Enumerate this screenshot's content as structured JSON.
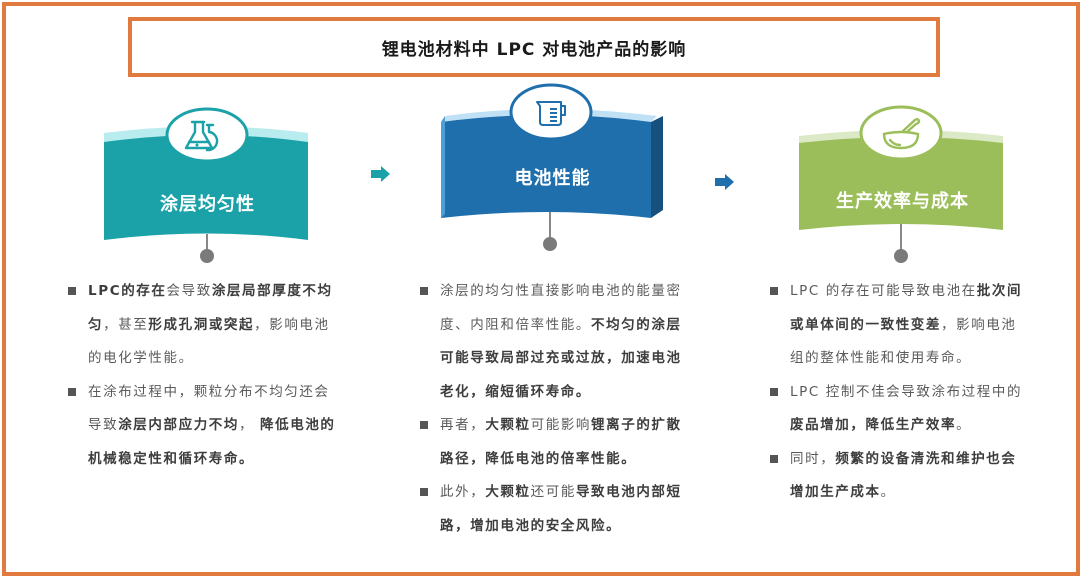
{
  "title": "锂电池材料中 LPC 对电池产品的影响",
  "colors": {
    "frame": "#e07a3f",
    "teal": "#1ba2a8",
    "teal_light": "#b9ecef",
    "blue": "#1f6fac",
    "blue_dark": "#15507e",
    "blue_light": "#bfe0f5",
    "green": "#9bbe5a",
    "green_light": "#dbe9c6",
    "arrow_teal": "#1ba2a8",
    "arrow_blue": "#1f6fac",
    "connector_dot": "#7a7a7a",
    "bullet_text": "#5a5a5a"
  },
  "columns": [
    {
      "label": "涂层均匀性",
      "icon": "flask-icon",
      "bullets": [
        [
          {
            "t": "LPC的存在",
            "b": true
          },
          {
            "t": "会导致",
            "b": false
          },
          {
            "t": "涂层局部厚度不均匀",
            "b": true
          },
          {
            "t": "，甚至",
            "b": false
          },
          {
            "t": "形成孔洞或突起",
            "b": true
          },
          {
            "t": "，影响电池的电化学性能。",
            "b": false
          }
        ],
        [
          {
            "t": "在涂布过程中，颗粒分布不均匀还会导致",
            "b": false
          },
          {
            "t": "涂层内部应力不均",
            "b": true
          },
          {
            "t": "，  ",
            "b": false
          },
          {
            "t": "降低电池的机械稳定性和循环寿命。",
            "b": true
          }
        ]
      ]
    },
    {
      "label": "电池性能",
      "icon": "measuring-cup-icon",
      "bullets": [
        [
          {
            "t": "涂层的均匀性直接影响电池的能量密度、内阻和倍率性能。",
            "b": false
          },
          {
            "t": "不均匀的涂层可能导致局部过充或过放，加速电池老化，缩短循环寿命。",
            "b": true
          }
        ],
        [
          {
            "t": "再者，",
            "b": false
          },
          {
            "t": "大颗粒",
            "b": true
          },
          {
            "t": "可能影响",
            "b": false
          },
          {
            "t": "锂离子的扩散路径，降低电池的倍率性能。",
            "b": true
          }
        ],
        [
          {
            "t": "此外，",
            "b": false
          },
          {
            "t": "大颗粒",
            "b": true
          },
          {
            "t": "还可能",
            "b": false
          },
          {
            "t": "导致电池内部短路，增加电池的安全风险。",
            "b": true
          }
        ]
      ]
    },
    {
      "label": "生产效率与成本",
      "icon": "mortar-pestle-icon",
      "bullets": [
        [
          {
            "t": "LPC 的存在可能导致电池在",
            "b": false
          },
          {
            "t": "批次间或单体间的一致性变差",
            "b": true
          },
          {
            "t": "，影响电池组的整体性能和使用寿命。",
            "b": false
          }
        ],
        [
          {
            "t": "LPC 控制不佳会导致涂布过程中的",
            "b": false
          },
          {
            "t": "废品增加，降低生产效率",
            "b": true
          },
          {
            "t": "。",
            "b": false
          }
        ],
        [
          {
            "t": "同时，",
            "b": false
          },
          {
            "t": "频繁的设备清洗和维护也会增加生产成本",
            "b": true
          },
          {
            "t": "。",
            "b": false
          }
        ]
      ]
    }
  ],
  "arrows": [
    {
      "direction": "right",
      "icon": "arrow-right-icon"
    },
    {
      "direction": "right",
      "icon": "arrow-right-icon"
    }
  ]
}
